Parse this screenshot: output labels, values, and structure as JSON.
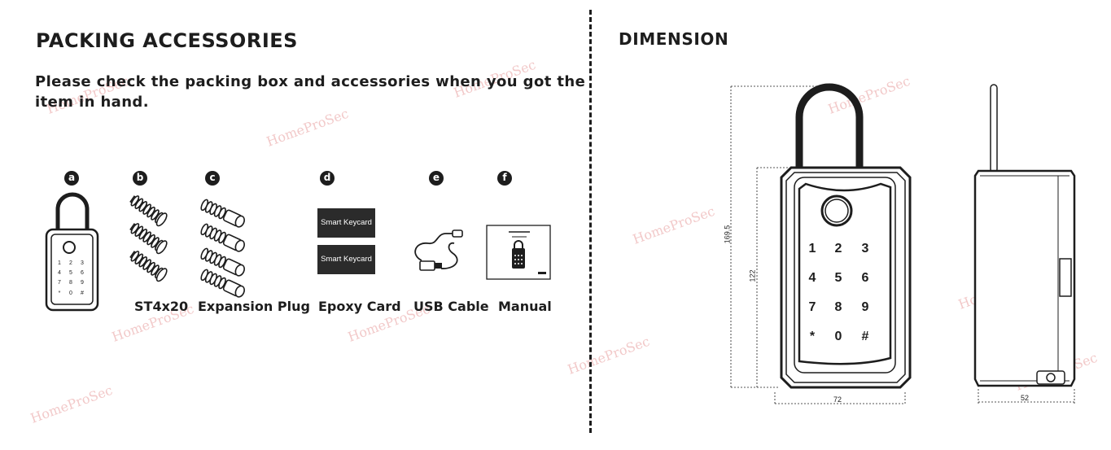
{
  "left": {
    "heading": "PACKING ACCESSORIES",
    "instruction": "Please check the packing box and accessories when you got the item in hand."
  },
  "right": {
    "heading": "DIMENSION"
  },
  "accessories": [
    {
      "badge": "a",
      "name": ""
    },
    {
      "badge": "b",
      "name": "ST4x20"
    },
    {
      "badge": "c",
      "name": "Expansion Plug"
    },
    {
      "badge": "d",
      "name": "Epoxy Card"
    },
    {
      "badge": "e",
      "name": "USB Cable"
    },
    {
      "badge": "f",
      "name": "Manual"
    }
  ],
  "card_label": "Smart Keycard",
  "dimensions": {
    "total_height": "169.5",
    "body_height": "122",
    "width": "72",
    "depth": "52"
  },
  "keypad": [
    "1",
    "2",
    "3",
    "4",
    "5",
    "6",
    "7",
    "8",
    "9",
    "*",
    "0",
    "#"
  ],
  "watermark": "HomeProSec"
}
